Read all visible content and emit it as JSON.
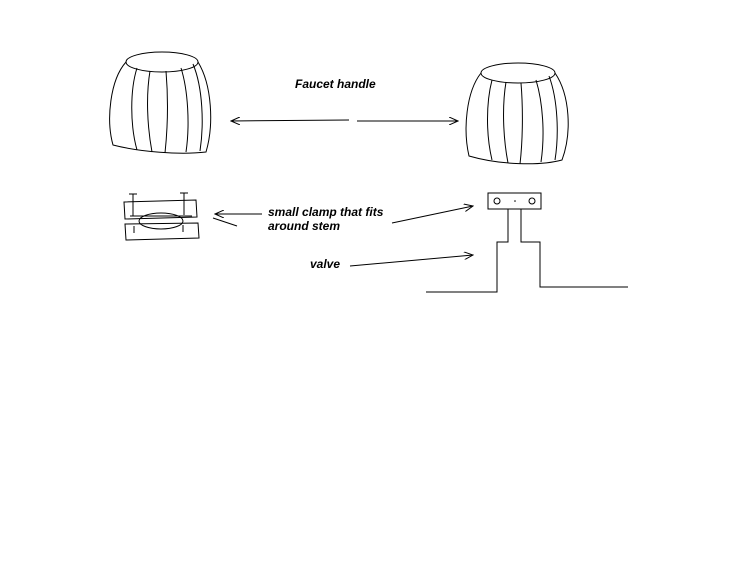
{
  "labels": {
    "faucet_handle": "Faucet handle",
    "clamp_line1": "small clamp that fits",
    "clamp_line2": "around stem",
    "valve": "valve"
  },
  "colors": {
    "background": "#ffffff",
    "ink": "#000000"
  }
}
